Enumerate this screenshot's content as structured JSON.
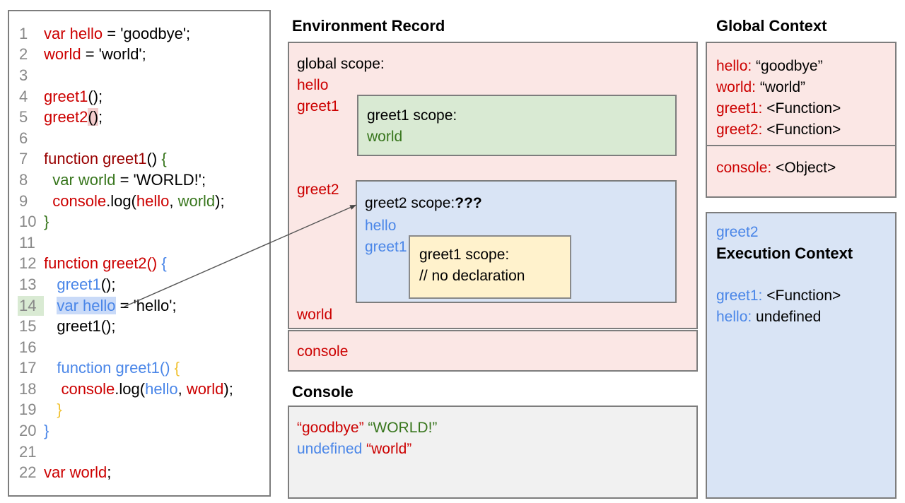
{
  "colors": {
    "red": "#cc0000",
    "dark_red": "#990000",
    "blue": "#4a86e8",
    "green": "#38761d",
    "yellow": "#f1c232",
    "pink_fill": "#fbe7e5",
    "green_fill": "#d9ead3",
    "blue_fill": "#d9e4f5",
    "yellow_fill": "#fff2cc",
    "gray_fill": "#f1f1f1",
    "border_gray": "#7d7d7d",
    "line14_num_highlight": "#d9ead3",
    "line14_var_highlight": "#c9daf8",
    "line5_paren_highlight": "#f4cccc"
  },
  "code_panel": {
    "lines": [
      {
        "n": "1",
        "segs": [
          [
            "var hello",
            "r"
          ],
          [
            " = 'goodbye';",
            "k"
          ]
        ]
      },
      {
        "n": "2",
        "segs": [
          [
            "world",
            "r"
          ],
          [
            " = 'world';",
            "k"
          ]
        ]
      },
      {
        "n": "3",
        "segs": []
      },
      {
        "n": "4",
        "segs": [
          [
            "greet1",
            "r"
          ],
          [
            "();",
            "k"
          ]
        ]
      },
      {
        "n": "5",
        "segs": [
          [
            "greet2",
            "r"
          ],
          [
            "()",
            "k hlp"
          ],
          [
            ";",
            "k"
          ]
        ]
      },
      {
        "n": "6",
        "segs": []
      },
      {
        "n": "7",
        "segs": [
          [
            "function greet1",
            "dr"
          ],
          [
            "() ",
            "k"
          ],
          [
            "{",
            "g"
          ]
        ]
      },
      {
        "n": "8",
        "segs": [
          [
            "  ",
            "k"
          ],
          [
            "var world",
            "g"
          ],
          [
            " = 'WORLD!';",
            "k"
          ]
        ]
      },
      {
        "n": "9",
        "segs": [
          [
            "  ",
            "k"
          ],
          [
            "console",
            "r"
          ],
          [
            ".log(",
            "k"
          ],
          [
            "hello",
            "r"
          ],
          [
            ", ",
            "k"
          ],
          [
            "world",
            "g"
          ],
          [
            ");",
            "k"
          ]
        ]
      },
      {
        "n": "10",
        "segs": [
          [
            "}",
            "g"
          ]
        ]
      },
      {
        "n": "11",
        "segs": []
      },
      {
        "n": "12",
        "segs": [
          [
            "function greet2()",
            "r"
          ],
          [
            " ",
            "k"
          ],
          [
            "{",
            "b"
          ]
        ]
      },
      {
        "n": "13",
        "segs": [
          [
            "   ",
            "k"
          ],
          [
            "greet1",
            "b"
          ],
          [
            "();",
            "k"
          ]
        ]
      },
      {
        "n": "14",
        "hl": true,
        "segs": [
          [
            "   ",
            "k"
          ],
          [
            "var hello",
            "b hlb"
          ],
          [
            " = 'hello';",
            "k"
          ]
        ]
      },
      {
        "n": "15",
        "segs": [
          [
            "   greet1();",
            "k"
          ]
        ]
      },
      {
        "n": "16",
        "segs": []
      },
      {
        "n": "17",
        "segs": [
          [
            "   ",
            "k"
          ],
          [
            "function greet1()",
            "b"
          ],
          [
            " ",
            "k"
          ],
          [
            "{",
            "y"
          ]
        ]
      },
      {
        "n": "18",
        "segs": [
          [
            "    ",
            "k"
          ],
          [
            "console",
            "r"
          ],
          [
            ".log(",
            "k"
          ],
          [
            "hello",
            "b"
          ],
          [
            ", ",
            "k"
          ],
          [
            "world",
            "r"
          ],
          [
            ");",
            "k"
          ]
        ]
      },
      {
        "n": "19",
        "segs": [
          [
            "   ",
            "k"
          ],
          [
            "}",
            "y"
          ]
        ]
      },
      {
        "n": "20",
        "segs": [
          [
            "}",
            "b"
          ]
        ]
      },
      {
        "n": "21",
        "segs": []
      },
      {
        "n": "22",
        "segs": [
          [
            "var world",
            "r"
          ],
          [
            ";",
            "k"
          ]
        ]
      }
    ]
  },
  "environment_record": {
    "title": "Environment Record",
    "global_scope_label": "global scope:",
    "globals_hello": "hello",
    "globals_greet1": "greet1",
    "globals_greet2": "greet2",
    "globals_world": "world",
    "console_row": "console",
    "greet1_scope": {
      "label": "greet1 scope:",
      "world": "world"
    },
    "greet2_scope": {
      "header": [
        [
          "greet2 scope:",
          "k"
        ],
        [
          "???",
          "k bold"
        ]
      ],
      "hello": "hello",
      "greet1": "greet1",
      "inner_greet1_scope": {
        "label": "greet1 scope:",
        "comment": "// no declaration"
      }
    }
  },
  "console_panel": {
    "title": "Console",
    "line1": [
      [
        "“goodbye”",
        "r"
      ],
      [
        " ",
        "k"
      ],
      [
        "“WORLD!”",
        "g"
      ]
    ],
    "line2": [
      [
        "undefined",
        "b"
      ],
      [
        " ",
        "k"
      ],
      [
        "“world”",
        "r"
      ]
    ]
  },
  "global_context": {
    "title": "Global Context",
    "rows": [
      [
        [
          "hello:",
          "r"
        ],
        [
          " “goodbye”",
          "k"
        ]
      ],
      [
        [
          "world:",
          "r"
        ],
        [
          " “world”",
          "k"
        ]
      ],
      [
        [
          "greet1:",
          "r"
        ],
        [
          " <Function>",
          "k"
        ]
      ],
      [
        [
          "greet2:",
          "r"
        ],
        [
          " <Function>",
          "k"
        ]
      ]
    ],
    "console_row": [
      [
        "console:",
        "r"
      ],
      [
        " <Object>",
        "k"
      ]
    ]
  },
  "execution_context": {
    "name": "greet2",
    "title": "Execution Context",
    "rows": [
      [
        [
          "greet1:",
          "b"
        ],
        [
          " <Function>",
          "k"
        ]
      ],
      [
        [
          "hello:",
          "b"
        ],
        [
          " undefined",
          "k"
        ]
      ]
    ]
  }
}
